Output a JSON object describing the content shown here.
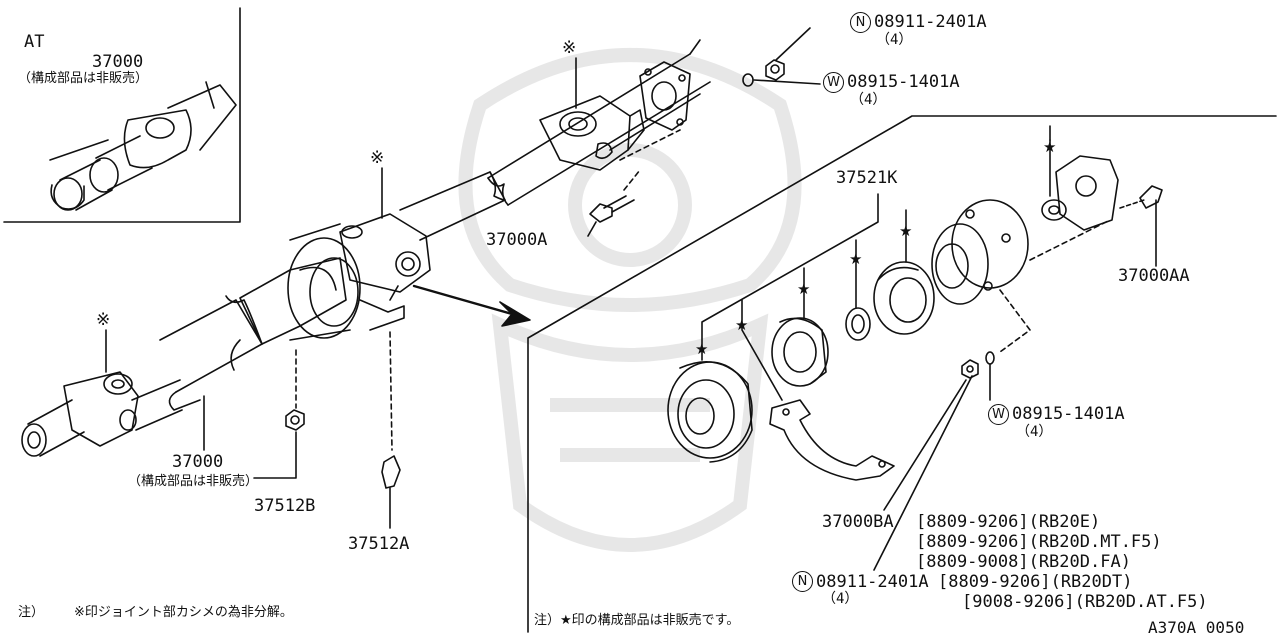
{
  "inset": {
    "model_tag": "AT",
    "part_no": "37000",
    "note": "（構成部品は非販売）"
  },
  "callouts": {
    "nut_top": {
      "prefix": "N",
      "part": "08911-2401A",
      "qty": "（4）"
    },
    "washer_top": {
      "prefix": "W",
      "part": "08915-1401A",
      "qty": "（4）"
    },
    "bolt_37000a": "37000A",
    "shaft_37000": "37000",
    "shaft_note": "（構成部品は非販売）",
    "nut_37512b": "37512B",
    "bolt_37512a": "37512A",
    "kit_37521k": "37521K",
    "bolt_37000aa": "37000AA",
    "washer_mid": {
      "prefix": "W",
      "part": "08915-1401A",
      "qty": "（4）"
    },
    "bracket": {
      "part": "37000BA",
      "apps": [
        "[8809-9206](RB20E)",
        "[8809-9206](RB20D.MT.F5)",
        "[8809-9008](RB20D.FA)"
      ]
    },
    "nut_bottom": {
      "prefix": "N",
      "part": "08911-2401A",
      "qty": "（4）",
      "apps": [
        "[8809-9206](RB20DT)",
        "[9008-9206](RB20D.AT.F5)"
      ]
    }
  },
  "markers": {
    "kome": "※",
    "star": "★"
  },
  "footnotes": {
    "left_prefix": "注）",
    "left_text": "※印ジョイント部カシメの為非分解。",
    "right_text": "注）★印の構成部品は非販売です。"
  },
  "figure_code": "A370A 0050"
}
